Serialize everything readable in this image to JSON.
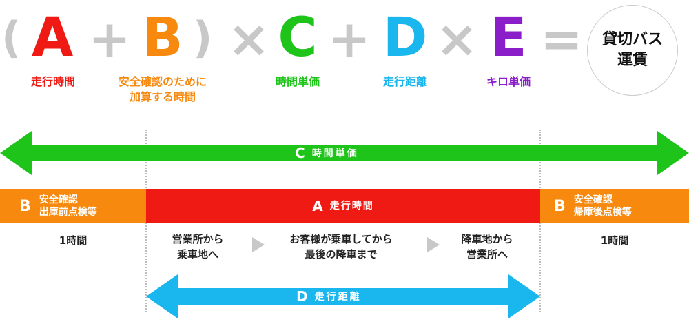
{
  "colors": {
    "red": "#f01a14",
    "orange": "#f7890e",
    "green": "#1ec41a",
    "blue": "#1ab6ee",
    "purple": "#8a1ec8",
    "gray_operator": "#c8c8c8",
    "triangle": "#c8c8c8"
  },
  "formula": {
    "paren_open": "(",
    "plus": "+",
    "paren_close": ")",
    "times": "×",
    "equals": "=",
    "terms": [
      {
        "letter": "A",
        "caption": "走行時間"
      },
      {
        "letter": "B",
        "caption_line1": "安全確認のために",
        "caption_line2": "加算する時間"
      },
      {
        "letter": "C",
        "caption": "時間単価"
      },
      {
        "letter": "D",
        "caption": "走行距離"
      },
      {
        "letter": "E",
        "caption": "キロ単価"
      }
    ],
    "result_line1": "貸切バス",
    "result_line2": "運賃"
  },
  "timeline": {
    "c_arrow": {
      "letter": "C",
      "label": "時間単価"
    },
    "left_b": {
      "letter": "B",
      "line1": "安全確認",
      "line2": "出庫前点検等",
      "duration": "1時間"
    },
    "center_a": {
      "letter": "A",
      "label": "走行時間"
    },
    "right_b": {
      "letter": "B",
      "line1": "安全確認",
      "line2": "帰庫後点検等",
      "duration": "1時間"
    },
    "steps": [
      {
        "line1": "営業所から",
        "line2": "乗車地へ"
      },
      {
        "line1": "お客様が乗車してから",
        "line2": "最後の降車まで"
      },
      {
        "line1": "降車地から",
        "line2": "営業所へ"
      }
    ],
    "d_arrow": {
      "letter": "D",
      "label": "走行距離"
    }
  }
}
